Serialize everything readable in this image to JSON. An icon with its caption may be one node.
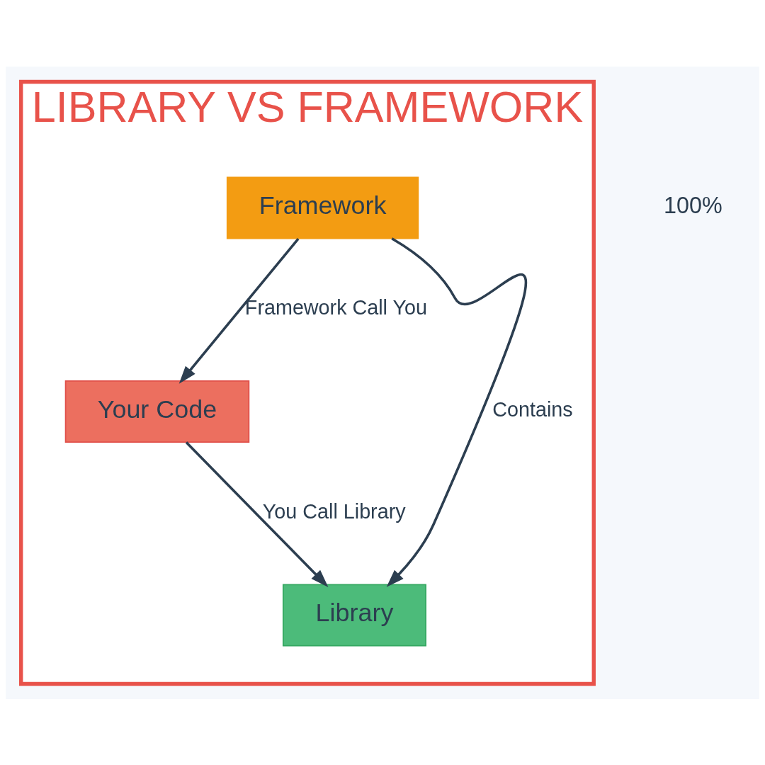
{
  "diagram": {
    "nodes": [
      {
        "text": [
          "LIBRARY VS FRAMEWORK"
        ]
      },
      {
        "text": [
          "Your Code"
        ],
        "in": 0
      },
      {
        "text": [
          "Library"
        ],
        "in": 0
      },
      {
        "text": [
          "Framework"
        ],
        "in": 0
      }
    ],
    "edges": [
      {
        "from": 1,
        "to": 2,
        "arrow": "to",
        "label": "You Call Library"
      },
      {
        "from": 3,
        "to": 1,
        "arrow": "to",
        "label": "Framework Call You"
      },
      {
        "from": 3,
        "to": 2,
        "arrow": "to",
        "label": "Contains"
      }
    ],
    "labels": [
      "100%"
    ]
  }
}
